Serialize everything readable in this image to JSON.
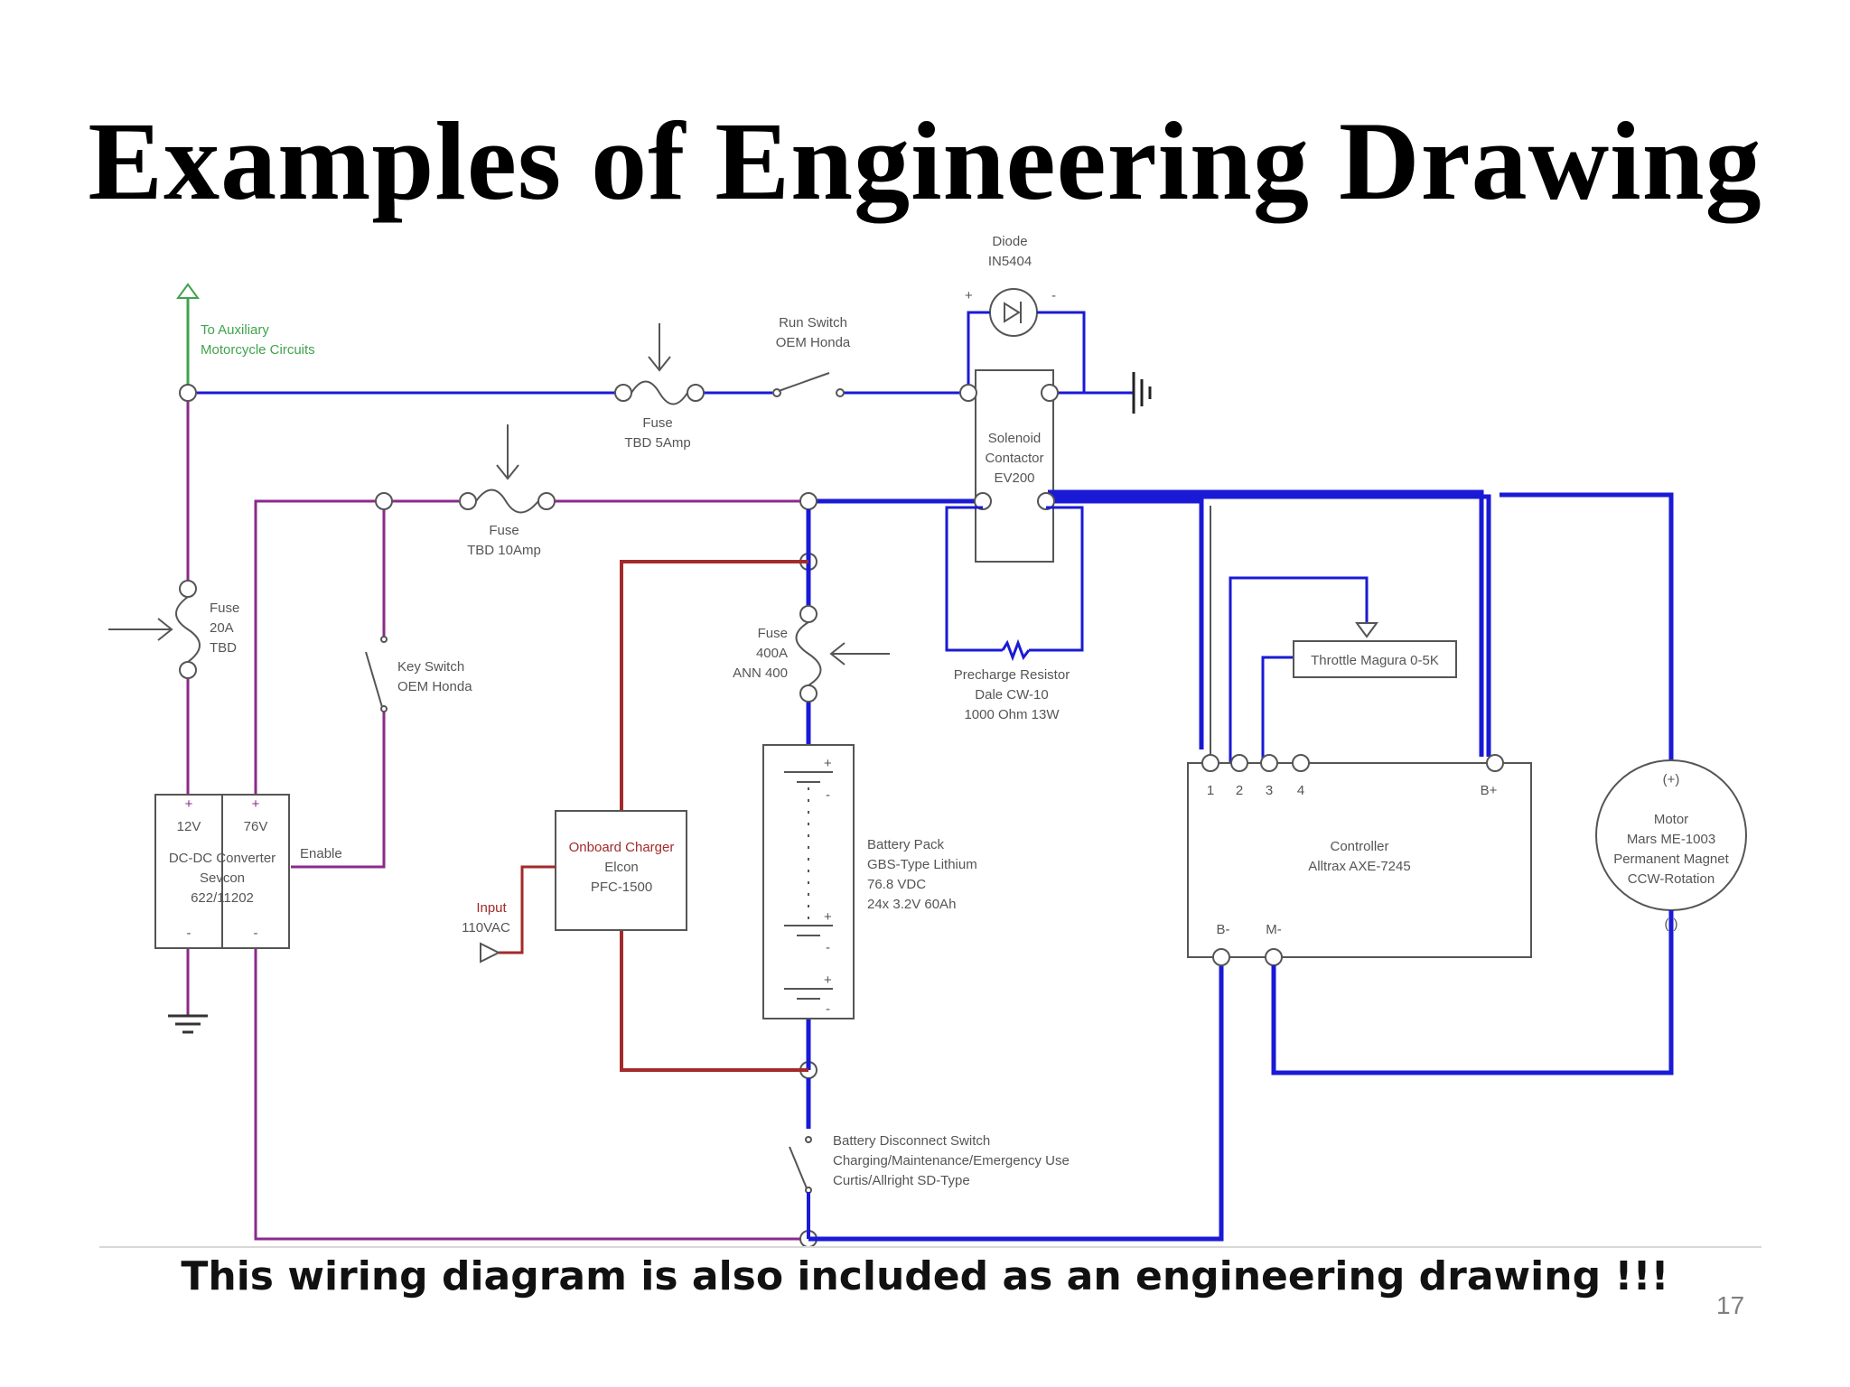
{
  "slide": {
    "title": "Examples of  Engineering Drawing",
    "caption": "This wiring diagram is also included as an  engineering drawing !!!",
    "page_number": "17"
  },
  "colors": {
    "aux_green": "#3fa34d",
    "purple": "#8b2a8b",
    "blue": "#1a1ad6",
    "maroon": "#a32a2a",
    "gray": "#555555"
  },
  "labels": {
    "aux": [
      "To Auxiliary",
      "Motorcycle Circuits"
    ],
    "fuse_aux": [
      "Fuse",
      "TBD 5Amp"
    ],
    "run_switch": [
      "Run Switch",
      "OEM Honda"
    ],
    "diode": [
      "Diode",
      "IN5404"
    ],
    "diode_plus": "+",
    "diode_minus": "-",
    "solenoid": [
      "Solenoid",
      "Contactor",
      "EV200"
    ],
    "fuse_10a": [
      "Fuse",
      "TBD 10Amp"
    ],
    "fuse_20a": [
      "Fuse",
      "20A",
      "TBD"
    ],
    "key_switch": [
      "Key Switch",
      "OEM Honda"
    ],
    "fuse_400a": [
      "Fuse",
      "400A",
      "ANN 400"
    ],
    "precharge": [
      "Precharge Resistor",
      "Dale CW-10",
      "1000 Ohm 13W"
    ],
    "throttle": "Throttle Magura 0-5K",
    "controller": [
      "Controller",
      "Alltrax AXE-7245"
    ],
    "controller_pins": [
      "1",
      "2",
      "3",
      "4"
    ],
    "controller_bplus": "B+",
    "controller_bminus": "B-",
    "controller_mminus": "M-",
    "motor": [
      "Motor",
      "Mars ME-1003",
      "Permanent Magnet",
      "CCW-Rotation"
    ],
    "motor_plus": "(+)",
    "motor_minus": "(-)",
    "dcdc_plus": [
      "+",
      "+"
    ],
    "dcdc_volts": [
      "12V",
      "76V"
    ],
    "dcdc": [
      "DC-DC Converter",
      "Sevcon",
      "622/11202"
    ],
    "dcdc_minus": [
      "-",
      "-"
    ],
    "enable": "Enable",
    "charger": [
      "Onboard Charger",
      "Elcon",
      "PFC-1500"
    ],
    "input": [
      "Input",
      "110VAC"
    ],
    "battery": [
      "Battery Pack",
      "GBS-Type Lithium",
      "76.8 VDC",
      "24x 3.2V 60Ah"
    ],
    "cell_plus": "+",
    "cell_minus": "-",
    "disconnect": [
      "Battery Disconnect Switch",
      "Charging/Maintenance/Emergency Use",
      "Curtis/Allright SD-Type"
    ]
  }
}
